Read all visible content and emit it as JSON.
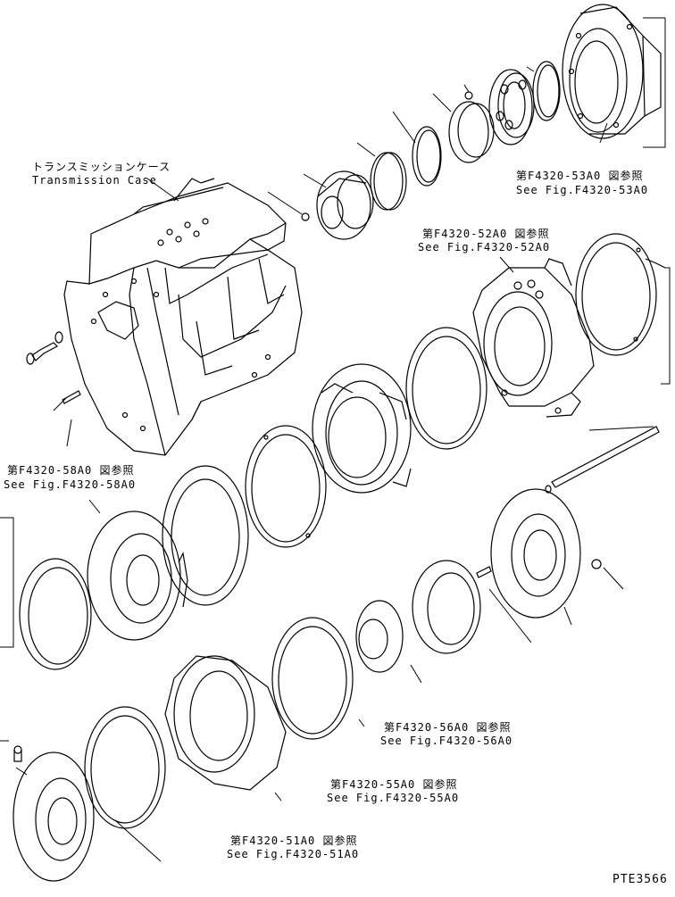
{
  "callouts": {
    "case_jp": "トランスミッションケース",
    "case_en": "Transmission Case",
    "f53_jp": "第F4320-53A0 図参照",
    "f53_en": "See Fig.F4320-53A0",
    "f52_jp": "第F4320-52A0 図参照",
    "f52_en": "See Fig.F4320-52A0",
    "f58_jp": "第F4320-58A0 図参照",
    "f58_en": "See Fig.F4320-58A0",
    "f56_jp": "第F4320-56A0 図参照",
    "f56_en": "See Fig.F4320-56A0",
    "f55_jp": "第F4320-55A0 図参照",
    "f55_en": "See Fig.F4320-55A0",
    "f51_jp": "第F4320-51A0 図参照",
    "f51_en": "See Fig.F4320-51A0"
  },
  "drawing_code": "PTE3566"
}
